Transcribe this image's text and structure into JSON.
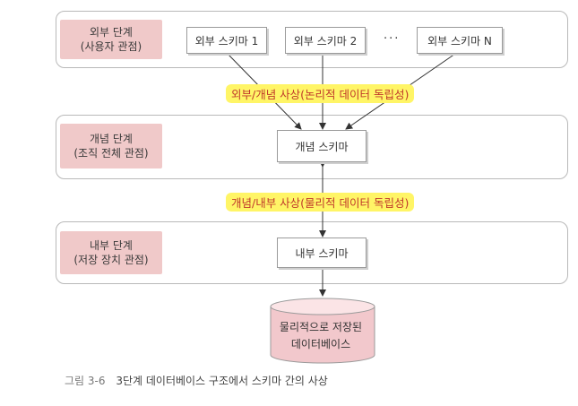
{
  "levels": [
    {
      "name": "외부 단계",
      "view": "(사용자 관점)"
    },
    {
      "name": "개념 단계",
      "view": "(조직 전체 관점)"
    },
    {
      "name": "내부 단계",
      "view": "(저장 장치 관점)"
    }
  ],
  "external_schemas": [
    "외부 스키마 1",
    "외부 스키마 2",
    "외부 스키마 N"
  ],
  "ellipsis": "···",
  "conceptual_schema": "개념 스키마",
  "internal_schema": "내부 스키마",
  "mappings": {
    "external_conceptual": "외부/개념 사상(논리적 데이터 독립성)",
    "conceptual_internal": "개념/내부 사상(물리적 데이터 독립성)"
  },
  "database": {
    "line1": "물리적으로 저장된",
    "line2": "데이터베이스"
  },
  "caption": {
    "figure": "그림 3-6",
    "title": "3단계 데이터베이스 구조에서 스키마 간의 사상"
  },
  "colors": {
    "label_fill": "#f0c9c9",
    "highlight": "#fff566",
    "mapping_text": "#c0392b",
    "cylinder": "#f2c8cc"
  }
}
